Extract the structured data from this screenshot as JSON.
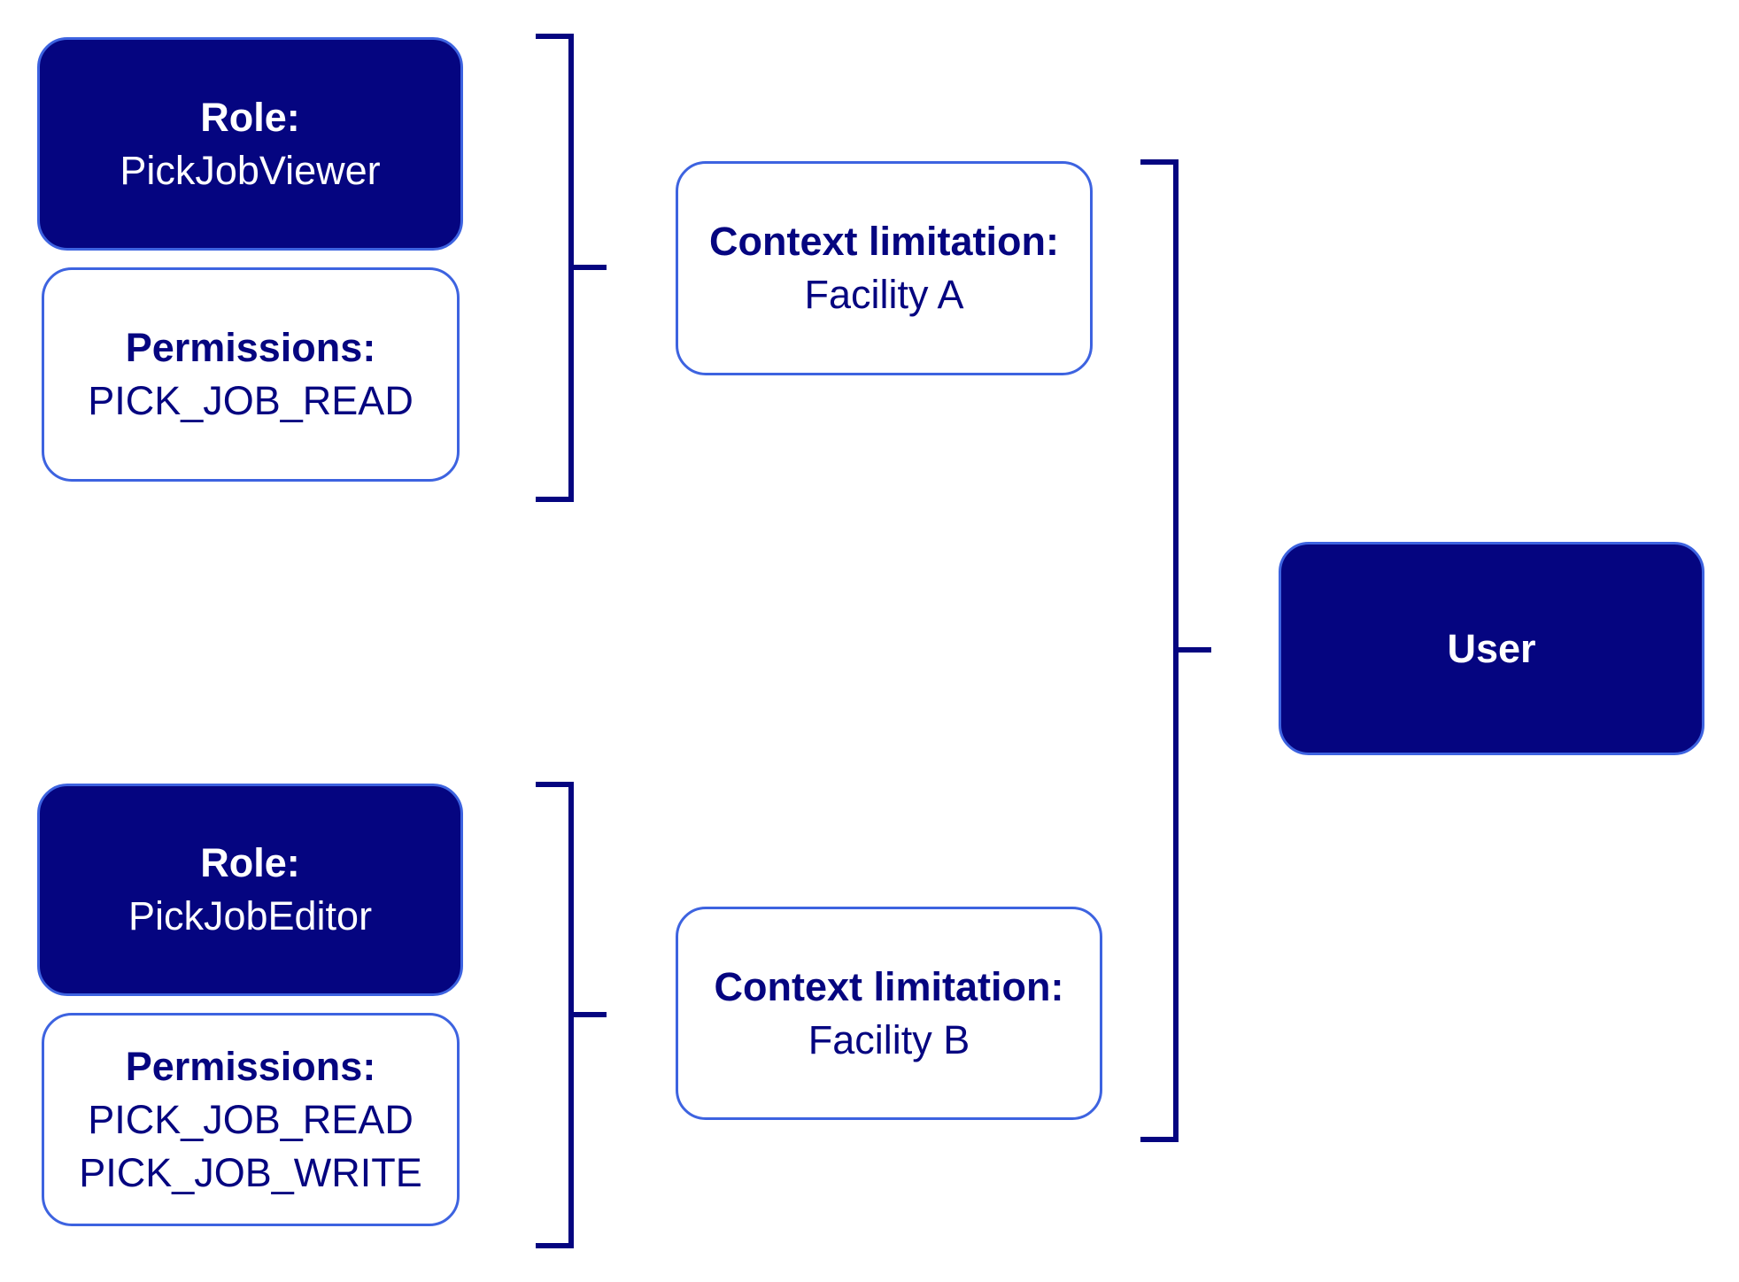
{
  "colors": {
    "navy": "#050580",
    "border_blue": "#3d63e0",
    "background": "#ffffff"
  },
  "groups": [
    {
      "role": {
        "label": "Role:",
        "name": "PickJobViewer"
      },
      "permissions": {
        "label": "Permissions:",
        "items": [
          "PICK_JOB_READ"
        ]
      },
      "context": {
        "label": "Context limitation:",
        "value": "Facility A"
      }
    },
    {
      "role": {
        "label": "Role:",
        "name": "PickJobEditor"
      },
      "permissions": {
        "label": "Permissions:",
        "items": [
          "PICK_JOB_READ",
          "PICK_JOB_WRITE"
        ]
      },
      "context": {
        "label": "Context limitation:",
        "value": "Facility B"
      }
    }
  ],
  "user": {
    "label": "User"
  }
}
